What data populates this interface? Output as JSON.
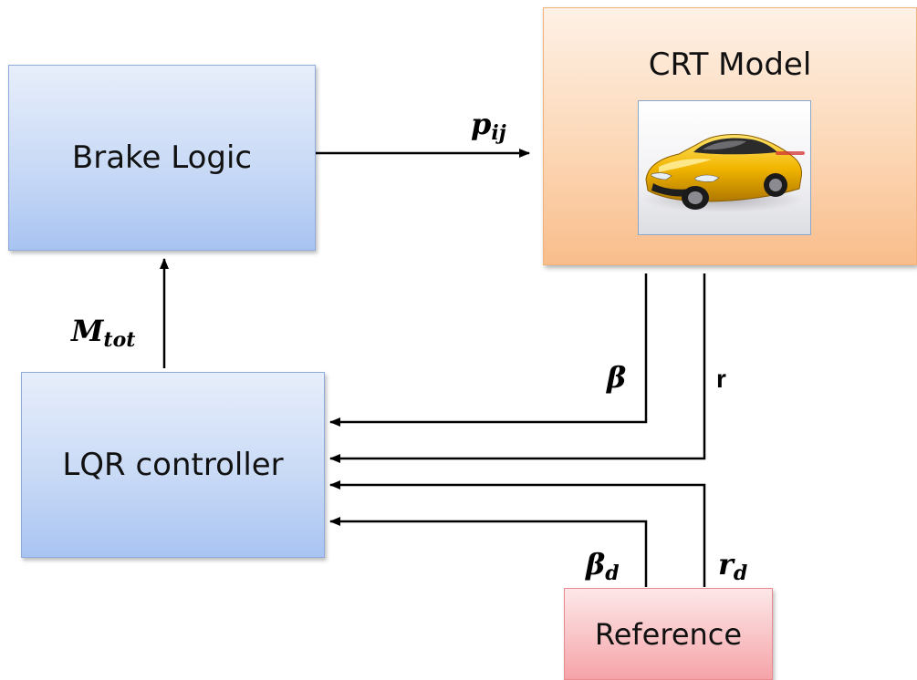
{
  "blocks": {
    "brake_logic": "Brake Logic",
    "lqr_controller": "LQR controller",
    "crt_model": "CRT Model",
    "reference": "Reference"
  },
  "signals": {
    "pij": {
      "symbol": "p",
      "subscript": "ij"
    },
    "mtot": {
      "symbol": "M",
      "subscript": "tot"
    },
    "beta": {
      "symbol": "β"
    },
    "r": {
      "symbol": "r"
    },
    "beta_d": {
      "symbol": "β",
      "subscript": "d"
    },
    "r_d": {
      "symbol": "r",
      "subscript": "d"
    }
  },
  "colors": {
    "blue_block": "#a9c4f2",
    "orange_block": "#f9bd8b",
    "red_block": "#f5a3a8",
    "car_body": "#f2b600"
  }
}
